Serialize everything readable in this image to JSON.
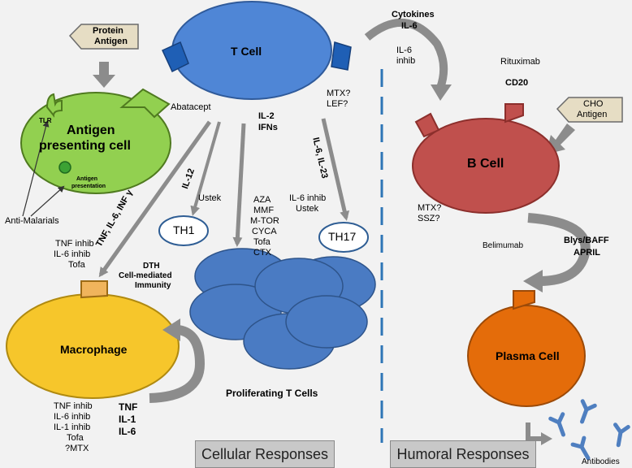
{
  "cells": {
    "t_cell": "T Cell",
    "antigen_presenting_cell_line1": "Antigen",
    "antigen_presenting_cell_line2": "presenting cell",
    "b_cell": "B Cell",
    "plasma_cell": "Plasma Cell",
    "macrophage": "Macrophage",
    "th1": "TH1",
    "th17": "TH17",
    "proliferating_t_cells": "Proliferating T Cells"
  },
  "antigens": {
    "protein_line1": "Protein",
    "protein_line2": "Antigen",
    "cho_line1": "CHO",
    "cho_line2": "Antigen"
  },
  "apc_parts": {
    "tlr": "TLR",
    "antigen_presentation_line1": "Antigen",
    "antigen_presentation_line2": "presentation"
  },
  "drugs": {
    "abatacept": "Abatacept",
    "anti_malarials": "Anti-Malarials",
    "ustek_th1": "Ustek",
    "il6inhib_ustek": [
      "IL-6 inhib",
      "Ustek"
    ],
    "mtx_lef": [
      "MTX?",
      "LEF?"
    ],
    "t_prolif_drugs": [
      "AZA",
      "MMF",
      "M-TOR",
      "CYCA",
      "Tofa",
      "CTX"
    ],
    "macrophage_upper": [
      "TNF inhib",
      "IL-6 inhib",
      "Tofa"
    ],
    "macrophage_lower": [
      "TNF inhib",
      "IL-6 inhib",
      "IL-1 inhib",
      "Tofa",
      "?MTX"
    ],
    "il6_inhib_b": [
      "IL-6",
      "inhib"
    ],
    "rituximab": "Rituximab",
    "mtx_ssz": [
      "MTX?",
      "SSZ?"
    ],
    "belimumab": "Belimumab"
  },
  "cytokines": {
    "il12": "IL-12",
    "il2_ifns": [
      "IL-2",
      "IFNs"
    ],
    "il6_il23": "IL-6, IL-23",
    "tnf_il6_infy": "TNF, IL-6, INF γ",
    "cytokines_il6": [
      "Cytokines",
      "IL-6"
    ],
    "cd20": "CD20",
    "blys_baff_april": [
      "Blys/BAFF",
      "APRIL"
    ],
    "tnf_il1_il6": [
      "TNF",
      "IL-1",
      "IL-6"
    ],
    "dth": [
      "DTH",
      "Cell-mediated",
      "Immunity"
    ]
  },
  "products": {
    "antibodies": "Antibodies"
  },
  "footer": {
    "cellular": "Cellular Responses",
    "humoral": "Humoral Responses"
  },
  "colors": {
    "t_cell": "#4f86d6",
    "apc": "#92d050",
    "b_cell": "#c0504d",
    "plasma": "#e46c0a",
    "macrophage": "#f6c62b",
    "prolif": "#4a7bc3",
    "antibody": "#4f7fc0",
    "divider": "#2e75b6"
  }
}
